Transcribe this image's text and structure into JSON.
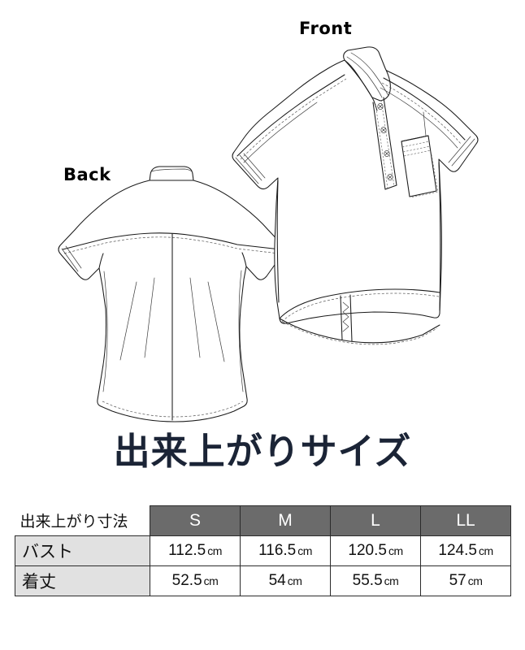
{
  "illustration": {
    "front_label": "Front",
    "back_label": "Back",
    "description": "technical flat sketch of a band collar cap sleeve shirt, front and back views",
    "line_color": "#1a1a1a"
  },
  "title": "出来上がりサイズ",
  "title_color": "#1b2436",
  "table": {
    "corner_label": "出来上がり寸法",
    "header_bg": "#6b6b6b",
    "header_text_color": "#ffffff",
    "rowlabel_bg": "#e1e1e1",
    "sizes": [
      "S",
      "M",
      "L",
      "LL"
    ],
    "rows": [
      {
        "label": "バスト",
        "values": [
          "112.5",
          "116.5",
          "120.5",
          "124.5"
        ],
        "unit": "cm"
      },
      {
        "label": "着丈",
        "values": [
          "52.5",
          "54",
          "55.5",
          "57"
        ],
        "unit": "cm"
      }
    ]
  }
}
